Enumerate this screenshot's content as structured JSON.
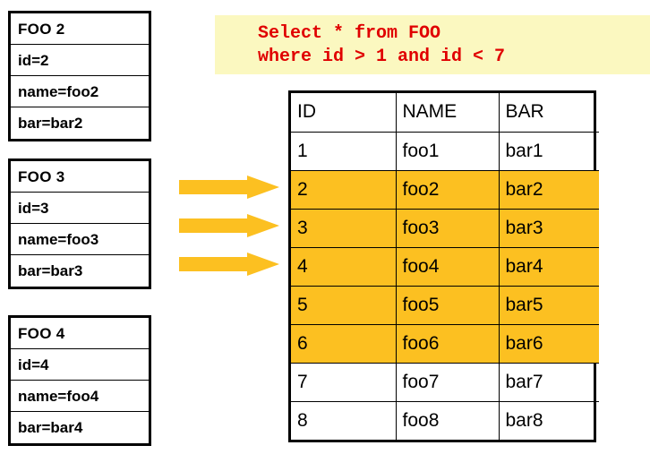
{
  "entities": [
    {
      "title": "FOO 2",
      "fields": [
        "id=2",
        "name=foo2",
        "bar=bar2"
      ]
    },
    {
      "title": "FOO 3",
      "fields": [
        "id=3",
        "name=foo3",
        "bar=bar3"
      ]
    },
    {
      "title": "FOO 4",
      "fields": [
        "id=4",
        "name=foo4",
        "bar=bar4"
      ]
    }
  ],
  "arrows": [
    {
      "name": "arrow-right-1"
    },
    {
      "name": "arrow-right-2"
    },
    {
      "name": "arrow-right-3"
    }
  ],
  "sql": {
    "line1": "Select * from FOO",
    "line2": "where id > 1 and id < 7",
    "background_color": "#FBF8C0",
    "text_color": "#E00000"
  },
  "result_table": {
    "columns": [
      "ID",
      "NAME",
      "BAR"
    ],
    "highlight_color": "#FCC021",
    "rows": [
      {
        "id": "1",
        "name": "foo1",
        "bar": "bar1",
        "highlighted": false
      },
      {
        "id": "2",
        "name": "foo2",
        "bar": "bar2",
        "highlighted": true
      },
      {
        "id": "3",
        "name": "foo3",
        "bar": "bar3",
        "highlighted": true
      },
      {
        "id": "4",
        "name": "foo4",
        "bar": "bar4",
        "highlighted": true
      },
      {
        "id": "5",
        "name": "foo5",
        "bar": "bar5",
        "highlighted": true
      },
      {
        "id": "6",
        "name": "foo6",
        "bar": "bar6",
        "highlighted": true
      },
      {
        "id": "7",
        "name": "foo7",
        "bar": "bar7",
        "highlighted": false
      },
      {
        "id": "8",
        "name": "foo8",
        "bar": "bar8",
        "highlighted": false
      }
    ]
  },
  "colors": {
    "arrow_fill": "#FCC021",
    "border": "#000000"
  }
}
